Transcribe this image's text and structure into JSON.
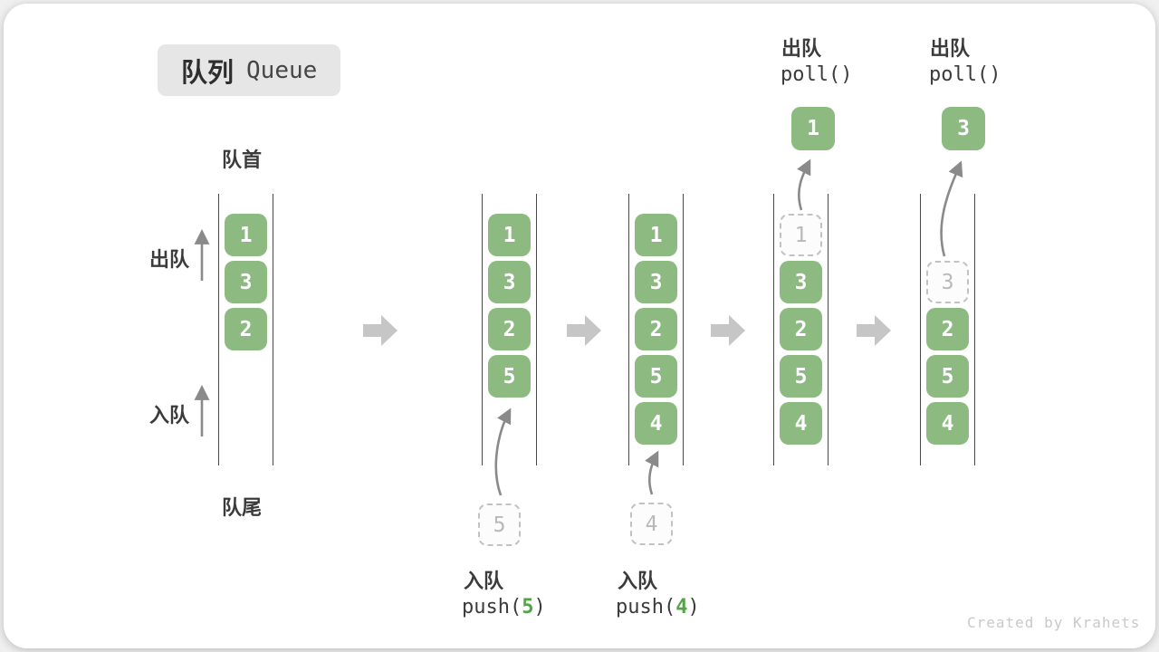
{
  "badge": {
    "zh": "队列",
    "en": "Queue"
  },
  "labels": {
    "front": "队首",
    "rear": "队尾",
    "dequeue": "出队",
    "enqueue": "入队"
  },
  "states": [
    {
      "boxes": [
        "1",
        "3",
        "2"
      ]
    },
    {
      "boxes": [
        "1",
        "3",
        "2",
        "5"
      ],
      "incoming": "5",
      "op": {
        "zh": "入队",
        "pre": "push(",
        "num": "5",
        "post": ")"
      }
    },
    {
      "boxes": [
        "1",
        "3",
        "2",
        "5",
        "4"
      ],
      "incoming": "4",
      "op": {
        "zh": "入队",
        "pre": "push(",
        "num": "4",
        "post": ")"
      }
    },
    {
      "removed": "1",
      "boxes": [
        "3",
        "2",
        "5",
        "4"
      ],
      "outgoing": "1",
      "op": {
        "zh": "出队",
        "code": "poll()"
      }
    },
    {
      "removed": "3",
      "boxes": [
        "2",
        "5",
        "4"
      ],
      "outgoing": "3",
      "op": {
        "zh": "出队",
        "code": "poll()"
      }
    }
  ],
  "watermark": "Created by Krahets",
  "colors": {
    "box_green": "#8cba80",
    "code_green": "#55a24b",
    "block_arrow": "#c6c6c6",
    "thin_arrow": "#8a8a8a",
    "wall": "#474747",
    "text": "#3b3b3b",
    "dashed_border": "#c2c2c2",
    "dashed_text": "#b9b9b9"
  }
}
